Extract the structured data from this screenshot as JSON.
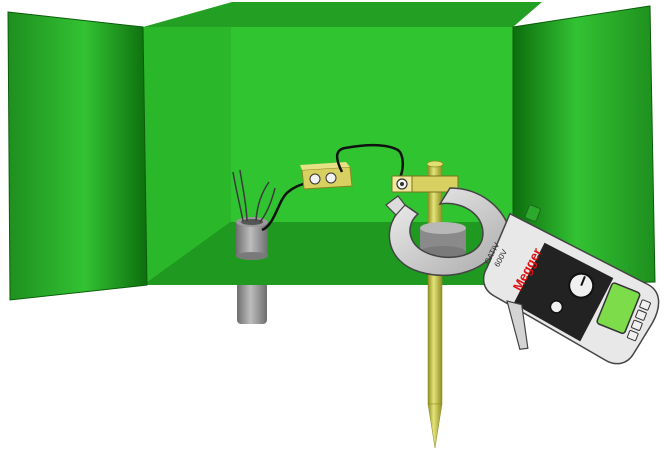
{
  "meter": {
    "brand": "Megger",
    "category_line1": "CATIV",
    "category_line2": "600V"
  },
  "colors": {
    "box_green": "#33cc33",
    "box_back": "#2ec02e",
    "box_floor": "#1f991f",
    "box_top": "#239f23",
    "door_dark": "#0e7a0e",
    "rod_gold": "#c8c84a",
    "clamp_grey": "#cfcfcf",
    "meter_body": "#e8e8e8",
    "meter_panel": "#222222",
    "screen_green": "#7ddc4a",
    "brand_red": "#e01010"
  },
  "icons": {
    "rotary_dial": "rotary-dial-icon",
    "buttons": "button-icon"
  }
}
